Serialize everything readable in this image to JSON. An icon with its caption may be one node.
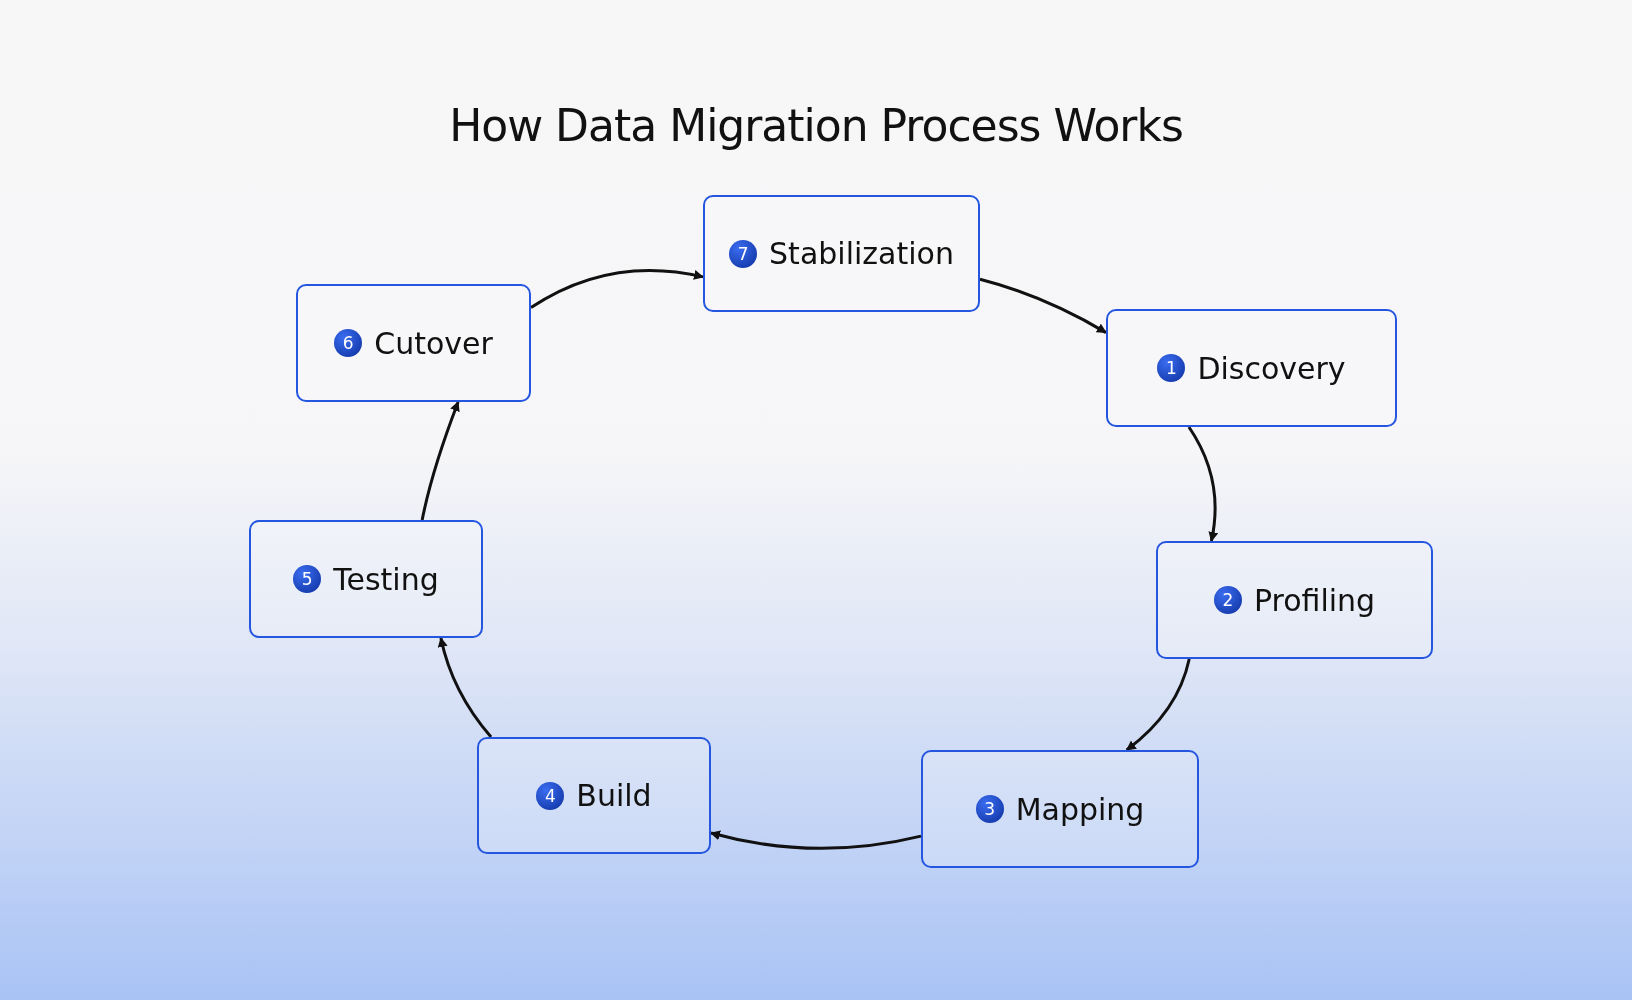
{
  "diagram": {
    "title": "How Data Migration Process Works",
    "nodes": [
      {
        "text": [
          "1",
          "Discovery"
        ]
      },
      {
        "text": [
          "2",
          "Profiling"
        ]
      },
      {
        "text": [
          "3",
          "Mapping"
        ]
      },
      {
        "text": [
          "4",
          "Build"
        ]
      },
      {
        "text": [
          "5",
          "Testing"
        ]
      },
      {
        "text": [
          "6",
          "Cutover"
        ]
      },
      {
        "text": [
          "7",
          "Stabilization"
        ]
      }
    ],
    "edges": [
      {
        "from": 0,
        "to": 1,
        "arrow": "to"
      },
      {
        "from": 1,
        "to": 2,
        "arrow": "to"
      },
      {
        "from": 2,
        "to": 3,
        "arrow": "to"
      },
      {
        "from": 3,
        "to": 4,
        "arrow": "to"
      },
      {
        "from": 4,
        "to": 5,
        "arrow": "to"
      },
      {
        "from": 5,
        "to": 6,
        "arrow": "to"
      },
      {
        "from": 6,
        "to": 0,
        "arrow": "to"
      }
    ]
  }
}
